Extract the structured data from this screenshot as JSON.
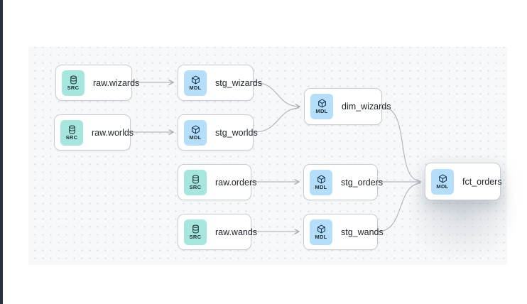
{
  "diagram": {
    "type": "dag-lineage",
    "nodes": [
      {
        "id": "raw.wizards",
        "label": "raw.wizards",
        "badge": "SRC",
        "kind": "source",
        "icon": "database-icon"
      },
      {
        "id": "raw.worlds",
        "label": "raw.worlds",
        "badge": "SRC",
        "kind": "source",
        "icon": "database-icon"
      },
      {
        "id": "raw.orders",
        "label": "raw.orders",
        "badge": "SRC",
        "kind": "source",
        "icon": "database-icon"
      },
      {
        "id": "raw.wands",
        "label": "raw.wands",
        "badge": "SRC",
        "kind": "source",
        "icon": "database-icon"
      },
      {
        "id": "stg_wizards",
        "label": "stg_wizards",
        "badge": "MDL",
        "kind": "model",
        "icon": "cube-icon"
      },
      {
        "id": "stg_worlds",
        "label": "stg_worlds",
        "badge": "MDL",
        "kind": "model",
        "icon": "cube-icon"
      },
      {
        "id": "stg_orders",
        "label": "stg_orders",
        "badge": "MDL",
        "kind": "model",
        "icon": "cube-icon"
      },
      {
        "id": "stg_wands",
        "label": "stg_wands",
        "badge": "MDL",
        "kind": "model",
        "icon": "cube-icon"
      },
      {
        "id": "dim_wizards",
        "label": "dim_wizards",
        "badge": "MDL",
        "kind": "model",
        "icon": "cube-icon"
      },
      {
        "id": "fct_orders",
        "label": "fct_orders",
        "badge": "MDL",
        "kind": "model",
        "icon": "cube-icon",
        "highlighted": true
      }
    ],
    "edges": [
      {
        "from": "raw.wizards",
        "to": "stg_wizards"
      },
      {
        "from": "raw.worlds",
        "to": "stg_worlds"
      },
      {
        "from": "raw.orders",
        "to": "stg_orders"
      },
      {
        "from": "raw.wands",
        "to": "stg_wands"
      },
      {
        "from": "stg_wizards",
        "to": "dim_wizards"
      },
      {
        "from": "stg_worlds",
        "to": "dim_wizards"
      },
      {
        "from": "stg_orders",
        "to": "fct_orders"
      },
      {
        "from": "stg_wands",
        "to": "fct_orders"
      },
      {
        "from": "dim_wizards",
        "to": "fct_orders"
      }
    ],
    "colors": {
      "source_badge_bg": "#a6e6dd",
      "model_badge_bg": "#b5defa",
      "node_border": "#c9ced4",
      "edge": "#b4b8bf",
      "canvas_bg": "#f7f8fa",
      "dot": "#d9dcdf",
      "window_edge": "#2a3140"
    }
  }
}
